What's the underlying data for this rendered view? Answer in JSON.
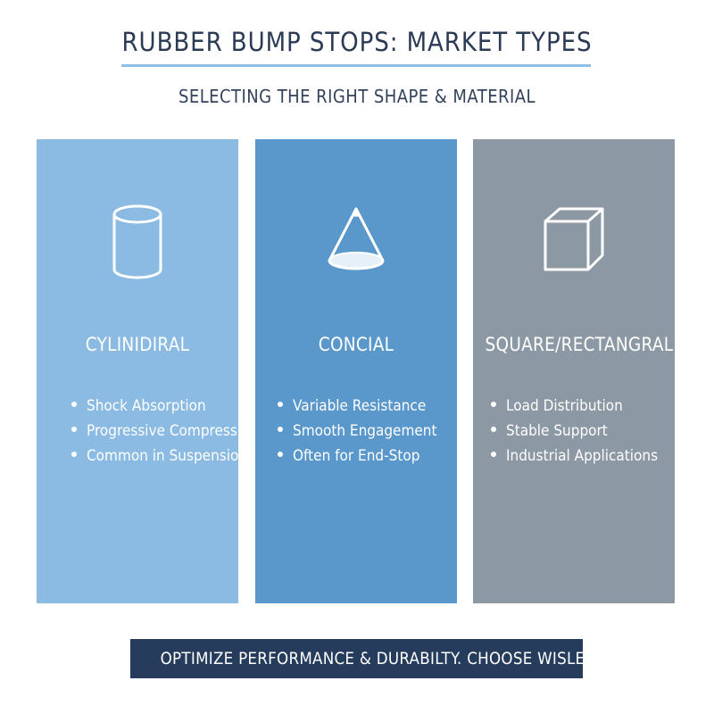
{
  "header": {
    "title": "RUBBER BUMP STOPS: MARKET TYPES",
    "subtitle": "SELECTING THE RIGHT SHAPE & MATERIAL"
  },
  "columns": [
    {
      "label": "CYLINIDIRAL",
      "icon": "cylinder-icon",
      "color": "#8bbbe2",
      "bullets": [
        "Shock Absorption",
        "Progressive Compression",
        "Common in Suspension"
      ]
    },
    {
      "label": "CONCIAL",
      "icon": "cone-icon",
      "color": "#5a98cc",
      "bullets": [
        "Variable Resistance",
        "Smooth Engagement",
        "Often for End-Stop"
      ]
    },
    {
      "label": "SQUARE/RECTANGRAL",
      "icon": "cube-icon",
      "color": "#8c98a3",
      "bullets": [
        "Load Distribution",
        "Stable Support",
        "Industrial Applications"
      ]
    }
  ],
  "footer": {
    "cta": "OPTIMIZE PERFORMANCE & DURABILTY. CHOOSE WISLEY!"
  },
  "colors": {
    "title_rule": "#8fbde4",
    "cta_background": "#253c5c"
  }
}
